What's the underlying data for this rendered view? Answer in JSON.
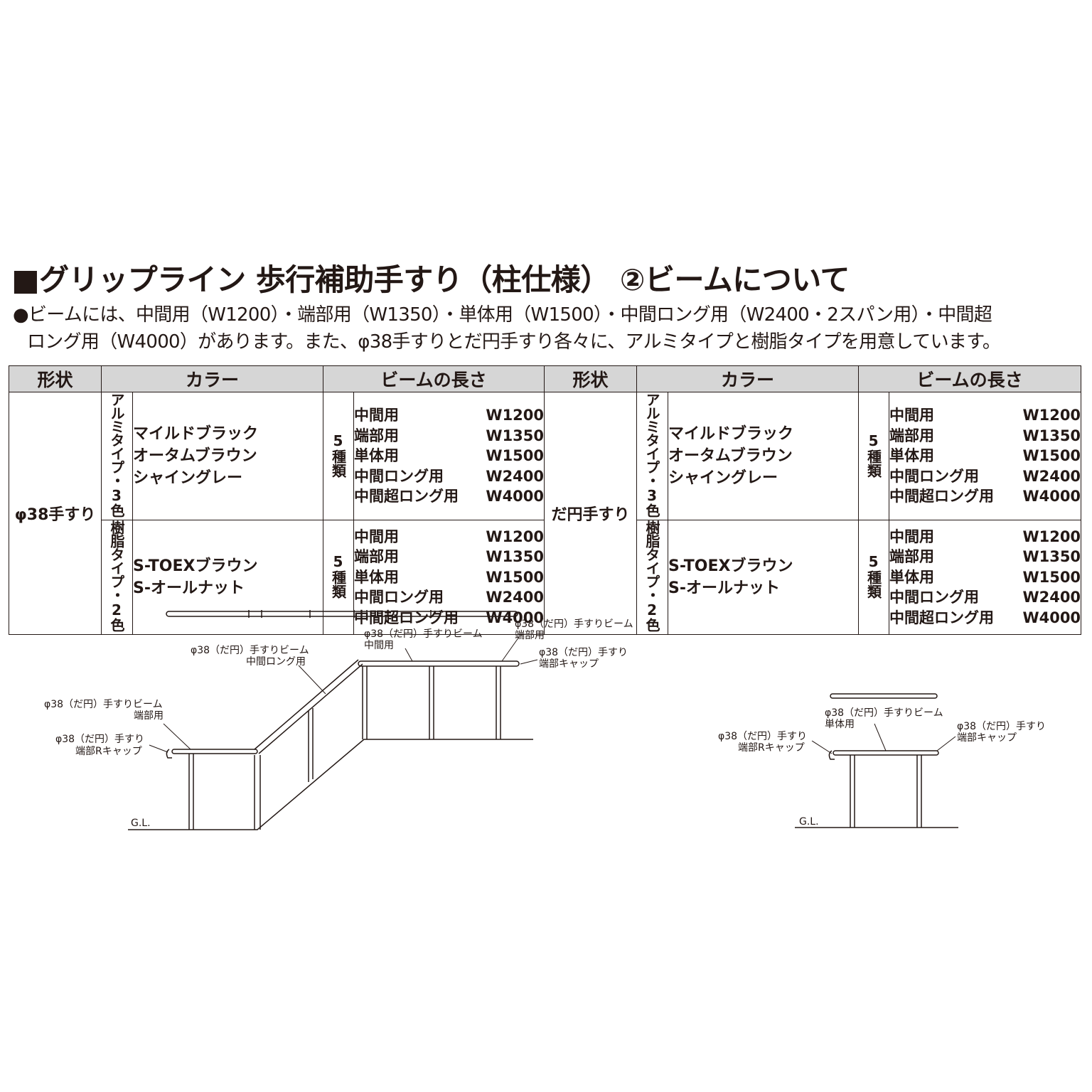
{
  "title": "■グリップライン 歩行補助手すり（柱仕様） ②ビームについて",
  "description": {
    "line1": "●ビームには、中間用（W1200）・端部用（W1350）・単体用（W1500）・中間ロング用（W2400・2スパン用）・中間超",
    "line2": "ロング用（W4000）があります。また、φ38手すりとだ円手すり各々に、アルミタイプと樹脂タイプを用意しています。"
  },
  "table": {
    "headers": [
      "形状",
      "カラー",
      "ビームの長さ"
    ],
    "groups": [
      {
        "shape": "φ38手すり",
        "types": [
          {
            "type": "アルミタイプ・3色",
            "colors": [
              "マイルドブラック",
              "オータムブラウン",
              "シャイングレー"
            ],
            "kinds": "5種類",
            "lengths": [
              [
                "中間用",
                "W1200"
              ],
              [
                "端部用",
                "W1350"
              ],
              [
                "単体用",
                "W1500"
              ],
              [
                "中間ロング用",
                "W2400"
              ],
              [
                "中間超ロング用",
                "W4000"
              ]
            ]
          },
          {
            "type": "樹脂タイプ・2色",
            "colors": [
              "S-TOEXブラウン",
              "S-オールナット"
            ],
            "kinds": "5種類",
            "lengths": [
              [
                "中間用",
                "W1200"
              ],
              [
                "端部用",
                "W1350"
              ],
              [
                "単体用",
                "W1500"
              ],
              [
                "中間ロング用",
                "W2400"
              ],
              [
                "中間超ロング用",
                "W4000"
              ]
            ]
          }
        ]
      },
      {
        "shape": "だ円手すり",
        "types": [
          {
            "type": "アルミタイプ・3色",
            "colors": [
              "マイルドブラック",
              "オータムブラウン",
              "シャイングレー"
            ],
            "kinds": "5種類",
            "lengths": [
              [
                "中間用",
                "W1200"
              ],
              [
                "端部用",
                "W1350"
              ],
              [
                "単体用",
                "W1500"
              ],
              [
                "中間ロング用",
                "W2400"
              ],
              [
                "中間超ロング用",
                "W4000"
              ]
            ]
          },
          {
            "type": "樹脂タイプ・2色",
            "colors": [
              "S-TOEXブラウン",
              "S-オールナット"
            ],
            "kinds": "5種類",
            "lengths": [
              [
                "中間用",
                "W1200"
              ],
              [
                "端部用",
                "W1350"
              ],
              [
                "単体用",
                "W1500"
              ],
              [
                "中間ロング用",
                "W2400"
              ],
              [
                "中間超ロング用",
                "W4000"
              ]
            ]
          }
        ]
      }
    ]
  },
  "diagram": {
    "left_labels": {
      "end_beam": [
        "φ38（だ円）手すりビーム",
        "端部用"
      ],
      "end_r_cap": [
        "φ38（だ円）手すり",
        "端部Rキャップ"
      ],
      "mid_long": [
        "φ38（だ円）手すりビーム",
        "中間ロング用"
      ],
      "mid": [
        "φ38（だ円）手すりビーム",
        "中間用"
      ],
      "end_beam_right": [
        "φ38（だ円）手すりビーム",
        "端部用"
      ],
      "end_cap": [
        "φ38（だ円）手すり",
        "端部キャップ"
      ],
      "gl": "G.L."
    },
    "right_labels": {
      "single": [
        "φ38（だ円）手すりビーム",
        "単体用"
      ],
      "end_r_cap": [
        "φ38（だ円）手すり",
        "端部Rキャップ"
      ],
      "end_cap": [
        "φ38（だ円）手すり",
        "端部キャップ"
      ],
      "gl": "G.L."
    }
  }
}
